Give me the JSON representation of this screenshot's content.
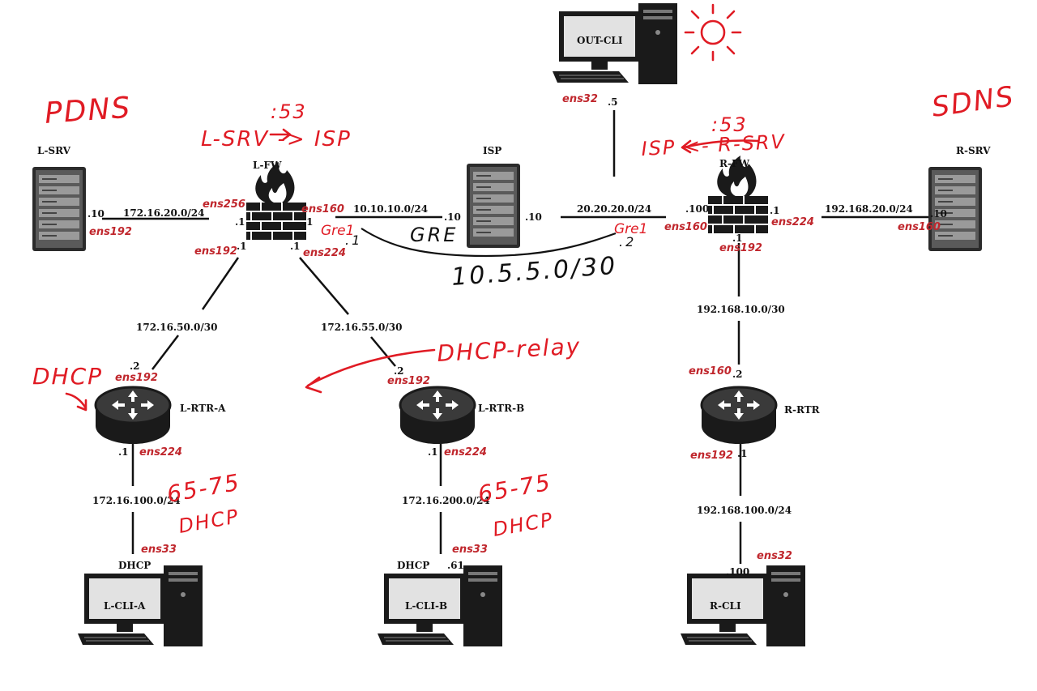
{
  "nodes": {
    "l_srv": "L-SRV",
    "l_fw": "L-FW",
    "isp": "ISP",
    "r_fw": "R-FW",
    "r_srv": "R-SRV",
    "out_cli": "OUT-CLI",
    "l_rtr_a": "L-RTR-A",
    "l_rtr_b": "L-RTR-B",
    "r_rtr": "R-RTR",
    "l_cli_a": "L-CLI-A",
    "l_cli_b": "L-CLI-B",
    "r_cli": "R-CLI"
  },
  "networks": {
    "lsrv_lfw": "172.16.20.0/24",
    "lfw_isp": "10.10.10.0/24",
    "isp_rfw": "20.20.20.0/24",
    "rfw_rsrv": "192.168.20.0/24",
    "lfw_rtra": "172.16.50.0/30",
    "lfw_rtrb": "172.16.55.0/30",
    "rfw_rrtr": "192.168.10.0/30",
    "rtra_clia": "172.16.100.0/24",
    "rtrb_clib": "172.16.200.0/24",
    "rrtr_rcli": "192.168.100.0/24"
  },
  "addresses": {
    "lsrv": ".10",
    "lfw_left": ".1",
    "lfw_right": ".1",
    "lfw_bl": ".1",
    "lfw_br": ".1",
    "isp_left": ".10",
    "isp_right": ".10",
    "out_cli": ".5",
    "rfw_left": ".100",
    "rfw_right": ".1",
    "rfw_bottom": ".1",
    "rsrv": ".10",
    "rtra_top": ".2",
    "rtra_bottom": ".1",
    "rtrb_top": ".2",
    "rtrb_bottom": ".1",
    "rrtr_top": ".2",
    "rrtr_bottom": ".1",
    "clib": ".61",
    "rcli": ".100"
  },
  "dhcp_labels": {
    "l_cli_a": "DHCP",
    "l_cli_b": "DHCP"
  },
  "interfaces": {
    "lsrv": "ens192",
    "lfw_ens256": "ens256",
    "lfw_ens160": "ens160",
    "lfw_ens192": "ens192",
    "lfw_ens224": "ens224",
    "out_cli": "ens32",
    "rfw_ens160": "ens160",
    "rfw_ens224": "ens224",
    "rfw_ens192": "ens192",
    "rsrv": "ens160",
    "rtra_ens192": "ens192",
    "rtra_ens224": "ens224",
    "rtrb_ens192": "ens192",
    "rtrb_ens224": "ens224",
    "rrtr_ens160": "ens160",
    "rrtr_ens192": "ens192",
    "clia_ens33": "ens33",
    "clib_ens33": "ens33",
    "rcli_ens32": "ens32"
  },
  "annotations": {
    "pdns": "PDNS",
    "sdns": "SDNS",
    "port_left": ":53",
    "port_right": ":53",
    "l_rule": "L-SRV -> ISP",
    "r_rule": "ISP <- R-SRV",
    "gre_left": "Gre1",
    "gre_right": "Gre1",
    "gre_left_ip": ".1",
    "gre_right_ip": ".2",
    "gre": "GRE",
    "tunnel_net": "10.5.5.0/30",
    "dhcp": "DHCP",
    "dhcp_relay": "DHCP-relay",
    "range_a": "65-75",
    "range_a_dhcp": "DHCP",
    "range_b": "65-75",
    "range_b_dhcp": "DHCP"
  },
  "colors": {
    "handwriting": "#e01b24",
    "interface": "#c0272d",
    "device": "#222222"
  },
  "icons": {
    "server": "server-icon",
    "firewall": "firewall-icon",
    "router": "router-icon",
    "pc": "desktop-pc-icon"
  }
}
